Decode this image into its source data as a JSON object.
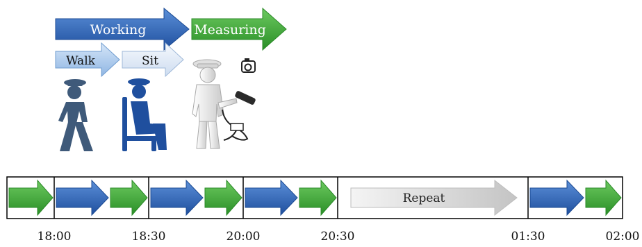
{
  "legend": {
    "working_label": "Working",
    "measuring_label": "Measuring",
    "walk_label": "Walk",
    "sit_label": "Sit"
  },
  "timeline": {
    "repeat_label": "Repeat",
    "times": [
      "18:00",
      "18:30",
      "20:00",
      "20:30",
      "01:30",
      "02:00"
    ]
  },
  "colors": {
    "working": "#2e63b8",
    "measuring": "#3aaa35",
    "walk": "#a8c8ec",
    "sit": "#e3ecf8",
    "person": "#3f5a7a",
    "repeat": "#d8d8d8"
  },
  "icons": [
    "walking-person-icon",
    "sitting-person-icon",
    "officer-measuring-icon",
    "camera-icon"
  ]
}
